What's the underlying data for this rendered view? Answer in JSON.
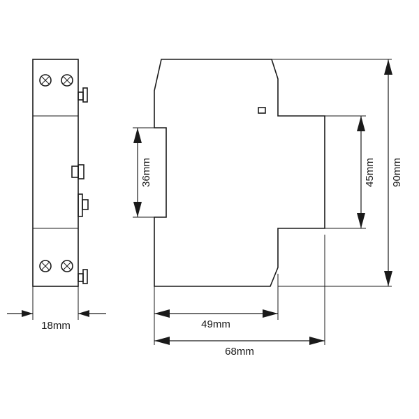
{
  "labels": {
    "width_module": "18mm",
    "depth_rail": "49mm",
    "depth_total": "68mm",
    "height_rail": "36mm",
    "height_front": "45mm",
    "height_total": "90mm"
  }
}
